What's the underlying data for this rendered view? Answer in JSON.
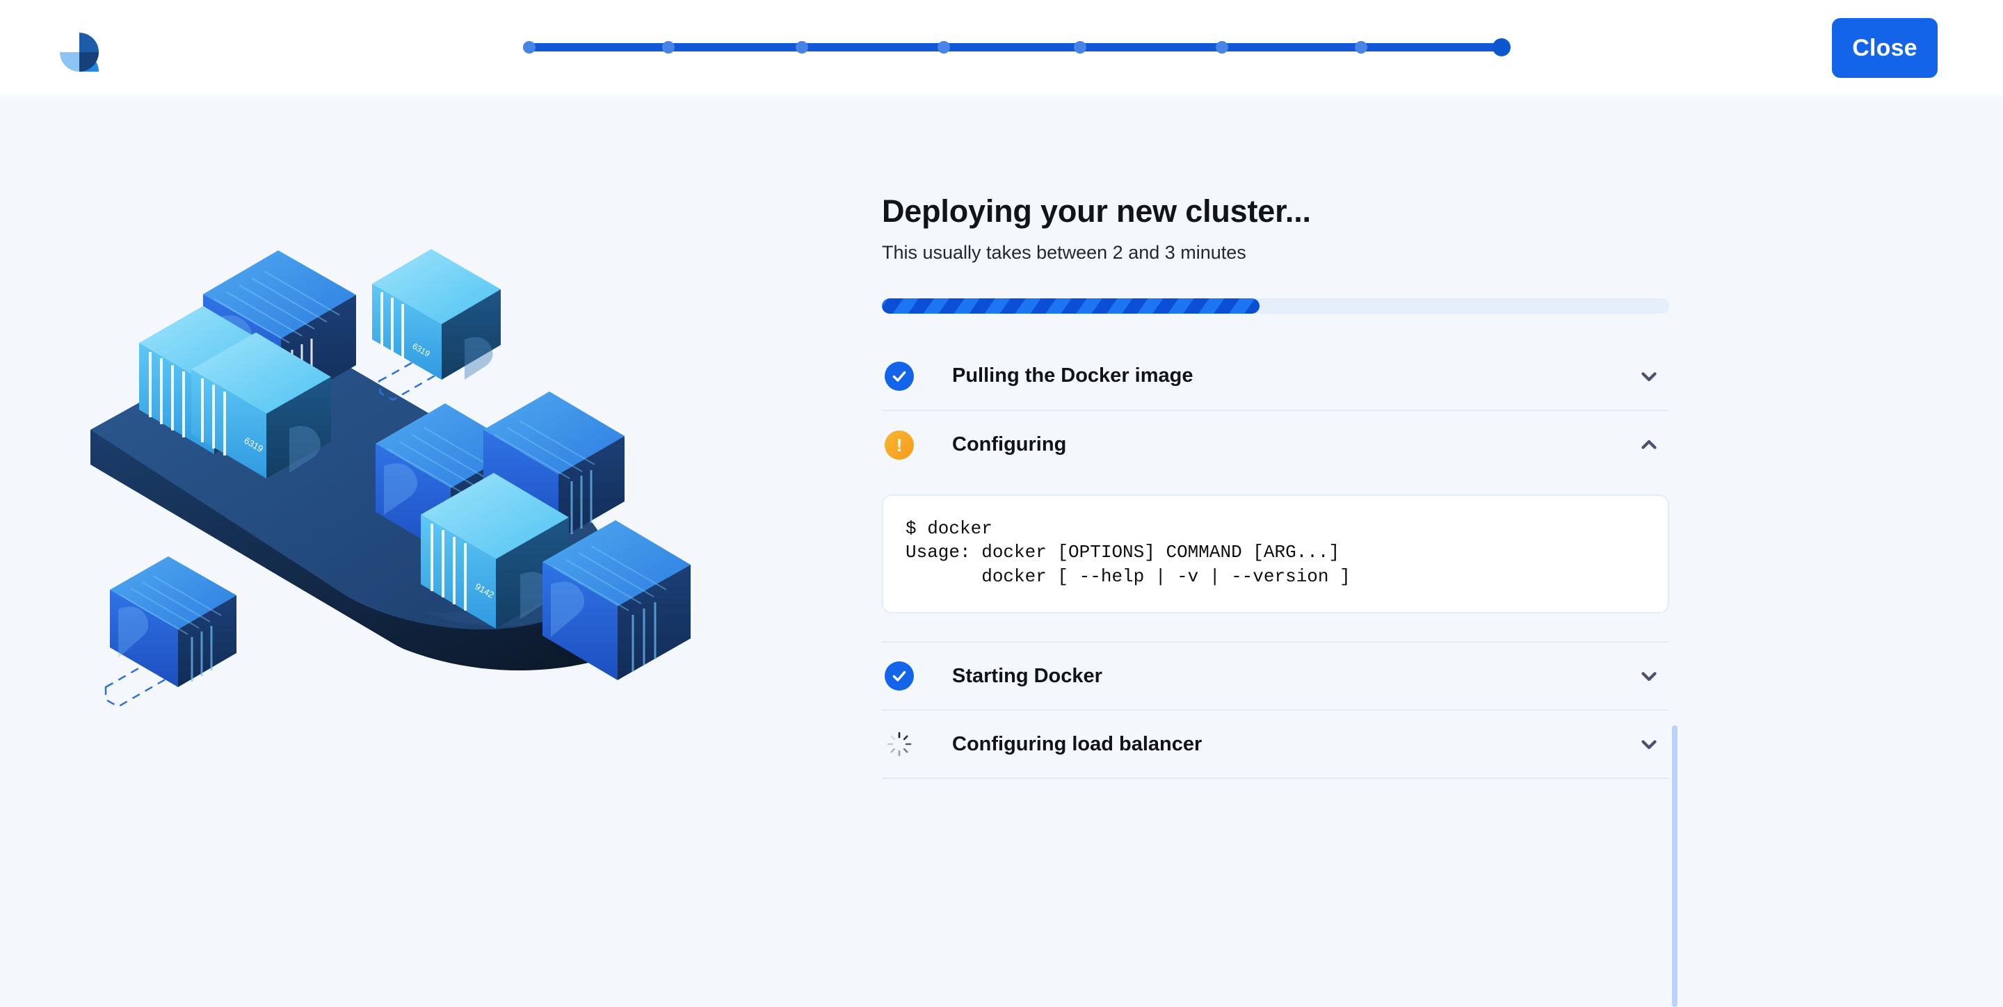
{
  "header": {
    "logo_name": "docker-sail-logo",
    "close_label": "Close",
    "stepper": {
      "total_steps": 8,
      "current_step": 8,
      "progress_percent": 100,
      "track_color": "#1357d9",
      "dot_color": "#4884e4",
      "knob_color": "#0b57d0"
    }
  },
  "illustration": {
    "name": "cargo-ship-with-containers",
    "alt": "Isometric cargo ship loaded with blue shipping containers",
    "hull_color": "#10243f",
    "deck_color": "#274f82",
    "container_colors": [
      "#1f6fe0",
      "#2d9bf0",
      "#6ed6fb",
      "#17365e"
    ]
  },
  "main": {
    "title": "Deploying your new cluster...",
    "subtitle": "This usually takes between 2 and 3 minutes",
    "progress": {
      "percent": 48,
      "track_color": "#e4effb",
      "stripe_dark": "#0b4fd6",
      "stripe_light": "#1c76f2"
    },
    "steps": [
      {
        "label": "Pulling the Docker image",
        "status": "done",
        "icon": "check-circle-icon",
        "chevron": "chevron-down-icon",
        "expanded": false
      },
      {
        "label": "Configuring",
        "status": "warning",
        "icon": "warning-circle-icon",
        "chevron": "chevron-up-icon",
        "expanded": true,
        "output": "$ docker\nUsage: docker [OPTIONS] COMMAND [ARG...]\n       docker [ --help | -v | --version ]"
      },
      {
        "label": "Starting Docker",
        "status": "done",
        "icon": "check-circle-icon",
        "chevron": "chevron-down-icon",
        "expanded": false
      },
      {
        "label": "Configuring load balancer",
        "status": "loading",
        "icon": "spinner-icon",
        "chevron": "chevron-down-icon",
        "expanded": false
      }
    ]
  },
  "scrollbar": {
    "name": "vertical-scrollbar",
    "thumb_color": "#b9d4f7"
  },
  "colors": {
    "accent": "#1364e8",
    "warning": "#f5a623",
    "background": "#f4f8fd",
    "header_bg": "#ffffff",
    "divider": "#e3eaf5",
    "text_primary": "#101318"
  }
}
